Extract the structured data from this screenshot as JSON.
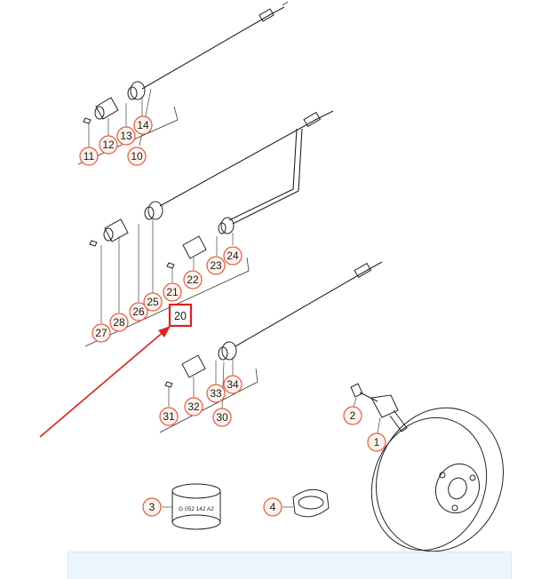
{
  "callouts": [
    {
      "id": "c11",
      "label": "11"
    },
    {
      "id": "c12",
      "label": "12"
    },
    {
      "id": "c13",
      "label": "13"
    },
    {
      "id": "c14",
      "label": "14"
    },
    {
      "id": "c10",
      "label": "10"
    },
    {
      "id": "c27",
      "label": "27"
    },
    {
      "id": "c28",
      "label": "28"
    },
    {
      "id": "c26",
      "label": "26"
    },
    {
      "id": "c25",
      "label": "25"
    },
    {
      "id": "c21",
      "label": "21"
    },
    {
      "id": "c22",
      "label": "22"
    },
    {
      "id": "c23",
      "label": "23"
    },
    {
      "id": "c24",
      "label": "24"
    },
    {
      "id": "c31",
      "label": "31"
    },
    {
      "id": "c32",
      "label": "32"
    },
    {
      "id": "c33",
      "label": "33"
    },
    {
      "id": "c34",
      "label": "34"
    },
    {
      "id": "c30",
      "label": "30"
    },
    {
      "id": "c2",
      "label": "2"
    },
    {
      "id": "c1",
      "label": "1"
    },
    {
      "id": "c3",
      "label": "3"
    },
    {
      "id": "c4",
      "label": "4"
    }
  ],
  "highlight": {
    "label": "20",
    "color": "#e0201c"
  },
  "sleeve_text": "G 052 142 A2",
  "colors": {
    "callout_stroke": "#e85a3c",
    "callout_fill": "#fff3ee",
    "arrow": "#e0201c",
    "panel": "#eaf6fb"
  }
}
